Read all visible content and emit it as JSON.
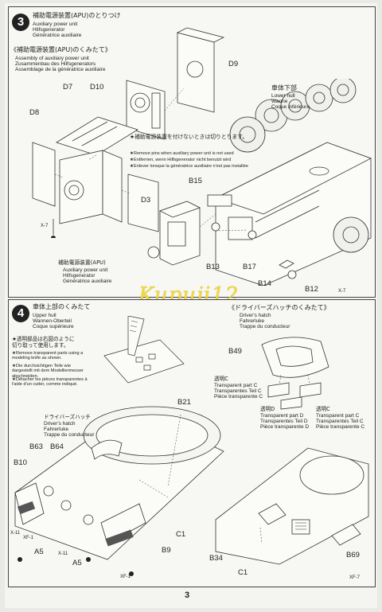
{
  "step3": {
    "number": "3",
    "title_jp": "補助電源装置(APU)のとりつけ",
    "title_en": "Auxiliary power unit",
    "title_de": "Hilfsgenerator",
    "title_fr": "Génératrice auxiliaire",
    "sub_jp": "《補助電源装置(APU)のくみたて》",
    "sub_en": "Assembly of auxiliary power unit",
    "sub_de": "Zusammenbau des Hilfsgenerators",
    "sub_fr": "Assemblage de la génératrice auxiliaire",
    "parts": {
      "d9": "D9",
      "d7": "D7",
      "d10": "D10",
      "d8": "D8",
      "d3": "D3",
      "x7a": "X-7",
      "b15": "B15",
      "b13": "B13",
      "b17": "B17",
      "b14": "B14",
      "b12": "B12",
      "x7b": "X-7"
    },
    "hull_jp": "車体下部",
    "hull_en": "Lower hull",
    "hull_de": "Wanne",
    "hull_fr": "Coque inférieure",
    "note_jp": "★補助電源装置を付けないときは切りとります。",
    "note_en": "★Remove pins when auxiliary power unit is not used",
    "note_de": "★Entfernen, wenn Hilfsgenerator nicht benutzt wird",
    "note_fr": "★Enlever lorsque la génératrice auxiliaire n'est pas installée",
    "apu_jp": "補助電源装置(APU)",
    "apu_en": "Auxiliary power unit",
    "apu_de": "Hilfsgenerator",
    "apu_fr": "Génératrice auxiliaire"
  },
  "watermark": "Kupuji12",
  "step4": {
    "number": "4",
    "title_jp": "車体上部のくみたて",
    "title_en": "Upper hull",
    "title_de": "Wannen-Oberteil",
    "title_fr": "Coque supérieure",
    "note_jp": "★透明部品は右図のように切り取って使用します。",
    "note_en": "★Remove transparent parts using a modeling knife as shown.",
    "note_de": "★Die durchsichtigen Teile wie dargestellt mit dem Modelliermesser abschneiden.",
    "note_fr": "★Détacher les pièces transparentes à l'aide d'un cutter, comme indiqué.",
    "hatch_jp": "《ドライバーズハッチのくみたて》",
    "hatch_en": "Driver's hatch",
    "hatch_de": "Fahrerluke",
    "hatch_fr": "Trappe du conducteur",
    "b49": "B49",
    "tc_jp": "透明C",
    "tc_en": "Transparent part C",
    "tc_de": "Transparentes Teil C",
    "tc_fr": "Pièce transparente C",
    "td_jp": "透明D",
    "td_en": "Transparent part D",
    "td_de": "Transparentes Teil D",
    "td_fr": "Pièce transparente D",
    "tc2_jp": "透明C",
    "tc2_en": "Transparent part C",
    "tc2_de": "Transparentes Teil C",
    "tc2_fr": "Pièce transparente C",
    "dh_jp": "ドライバーズハッチ",
    "dh_en": "Driver's hatch",
    "dh_de": "Fahrerluke",
    "dh_fr": "Trappe du conducteur",
    "parts": {
      "b21": "B21",
      "b63": "B63",
      "b64": "B64",
      "b10": "B10",
      "x11a": "X-11",
      "xf1a": "XF-1",
      "a5a": "A5",
      "x11b": "X-11",
      "a5b": "A5",
      "xf1b": "XF-1",
      "c1a": "C1",
      "b9": "B9",
      "b34": "B34",
      "c1b": "C1",
      "b69": "B69",
      "xf7": "XF-7"
    }
  },
  "page_number": "3"
}
